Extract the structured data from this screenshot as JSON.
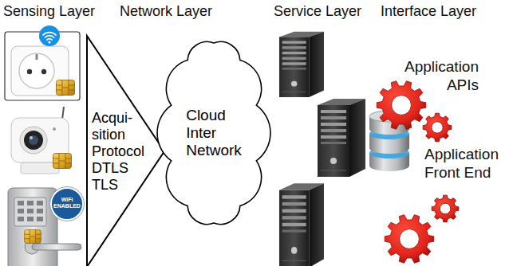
{
  "diagram": {
    "nodes": [
      {
        "text": [
          "Acqui- sition Protocol DTLS TLS"
        ]
      },
      {
        "text": [
          "Cloud Inter Network"
        ]
      }
    ],
    "labels": [
      "Sensing Layer",
      "Network Layer",
      "Service Layer",
      "Interface Layer",
      "WiFi ENABLED",
      "Application APIs",
      "Application Front End"
    ]
  }
}
